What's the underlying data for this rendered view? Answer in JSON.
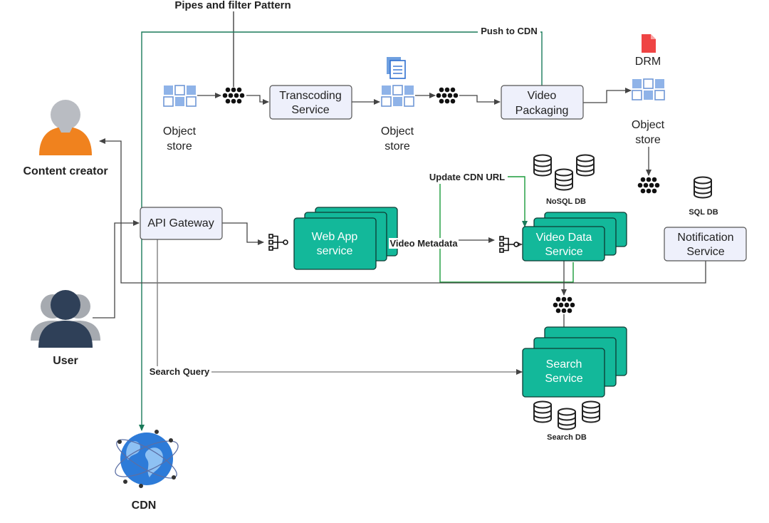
{
  "labels": {
    "pattern_title": "Pipes and filter Pattern",
    "push_to_cdn": "Push to CDN",
    "drm": "DRM",
    "update_cdn_url": "Update CDN URL",
    "video_metadata": "Video Metadata",
    "search_query": "Search Query",
    "nosql_db": "NoSQL DB",
    "sql_db": "SQL DB",
    "search_db": "Search DB"
  },
  "actors": {
    "content_creator": "Content creator",
    "user": "User",
    "cdn": "CDN"
  },
  "stores": {
    "store1": [
      "Object",
      "store"
    ],
    "store2": [
      "Object",
      "store"
    ],
    "store3": [
      "Object",
      "store"
    ]
  },
  "services": {
    "transcoding": [
      "Transcoding",
      "Service"
    ],
    "video_packaging": [
      "Video",
      "Packaging"
    ],
    "api_gateway": "API Gateway",
    "web_app": [
      "Web App",
      "service"
    ],
    "video_data": [
      "Video Data",
      "Service"
    ],
    "notification": [
      "Notification",
      "Service"
    ],
    "search": [
      "Search",
      "Service"
    ]
  },
  "colors": {
    "teal": "#13b89a",
    "teal_border": "#0d3b33",
    "light_box": "#eef0fb",
    "green_line": "#1a9b3a",
    "arrow": "#555555"
  }
}
